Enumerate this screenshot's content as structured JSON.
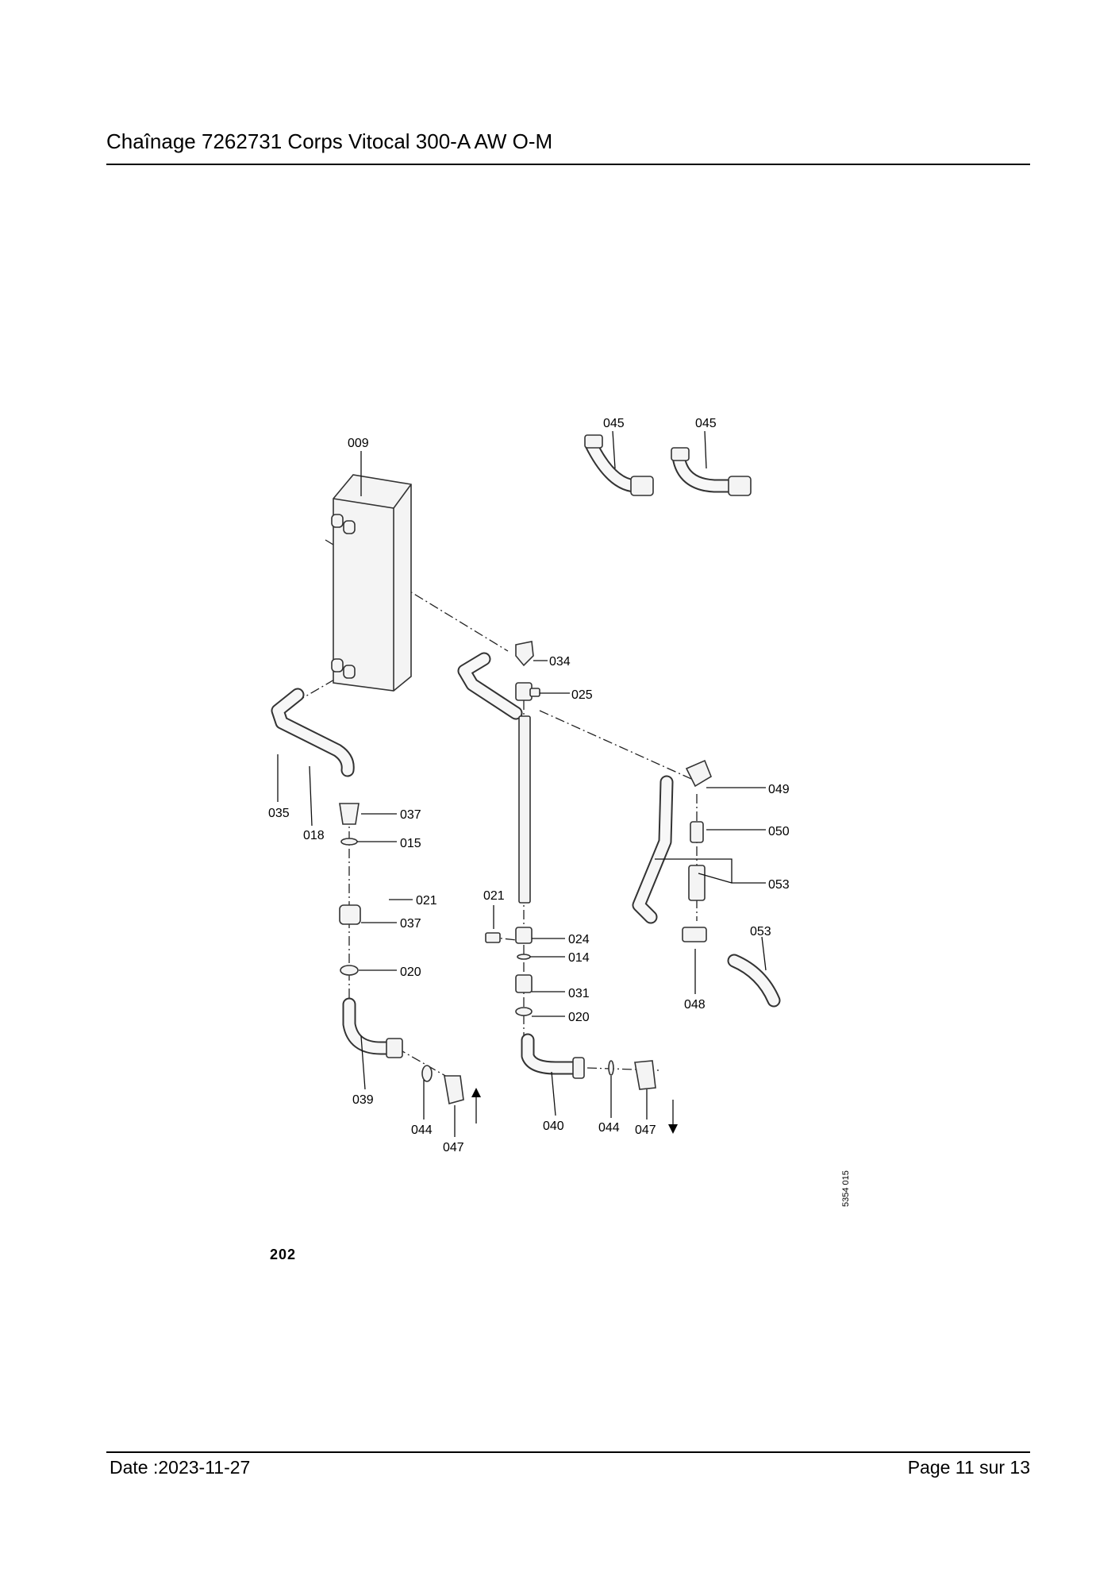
{
  "header": {
    "title": "Chaînage 7262731 Corps Vitocal 300-A AW O-M"
  },
  "figure": {
    "number": "202",
    "drawing_ref": "5354 015",
    "callouts": [
      "009",
      "045",
      "045",
      "034",
      "025",
      "049",
      "050",
      "053",
      "053",
      "048",
      "035",
      "018",
      "037",
      "015",
      "021",
      "037",
      "020",
      "039",
      "044",
      "047",
      "021",
      "024",
      "014",
      "031",
      "020",
      "040",
      "044",
      "047"
    ]
  },
  "footer": {
    "date": "Date :2023-11-27",
    "page": "Page 11 sur  13"
  }
}
